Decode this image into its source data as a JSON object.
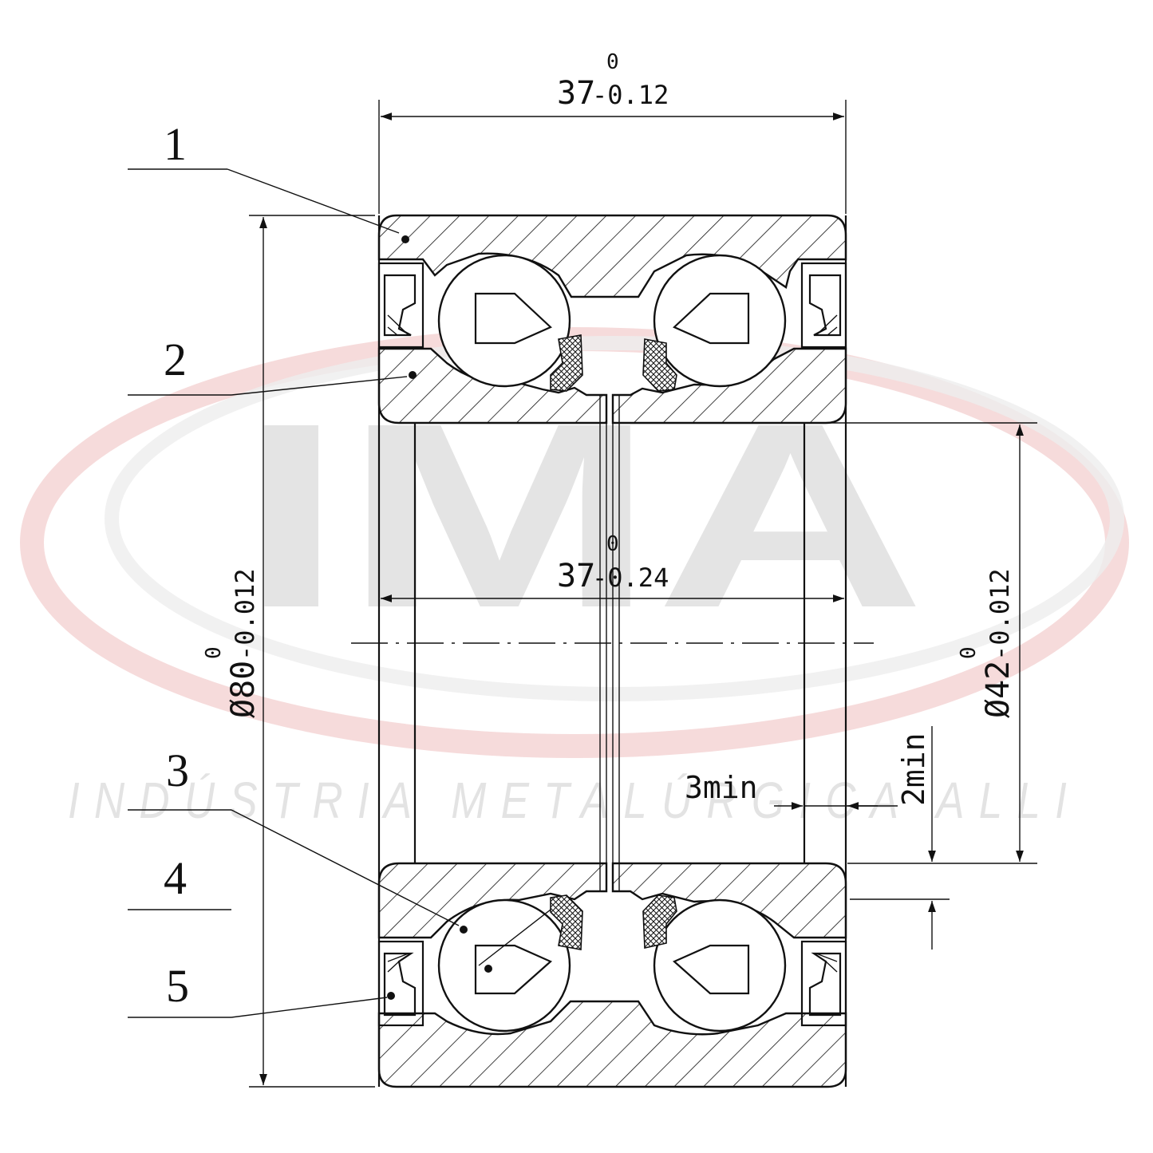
{
  "watermark": {
    "logo_text": "IMA",
    "tagline": "INDÚSTRIA METALÚRGICA ALLI",
    "colors": {
      "swoosh": "#e8b4b4",
      "text": "#e4e4e4"
    }
  },
  "callouts": [
    {
      "number": "1"
    },
    {
      "number": "2"
    },
    {
      "number": "3"
    },
    {
      "number": "4"
    },
    {
      "number": "5"
    }
  ],
  "dimensions": {
    "width_outer": {
      "base": "37",
      "upper": "0",
      "lower": "-0.12"
    },
    "width_inner": {
      "base": "37",
      "upper": "0",
      "lower": "-0.24"
    },
    "outer_diameter": {
      "base": "Ø80",
      "upper": "0",
      "lower": "-0.012"
    },
    "bore_diameter": {
      "base": "Ø42",
      "upper": "0",
      "lower": "-0.012"
    },
    "chamfer_axial": "3min",
    "chamfer_radial": "2min"
  },
  "colors": {
    "line": "#111111",
    "background": "#ffffff"
  }
}
